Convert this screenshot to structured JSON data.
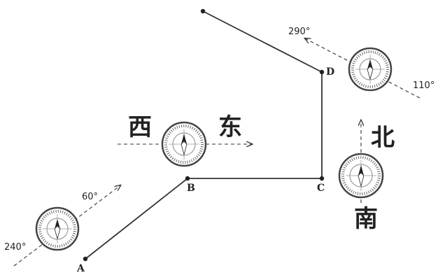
{
  "labels": {
    "west": "西",
    "east": "东",
    "north": "北",
    "south": "南"
  },
  "points": {
    "A": "A",
    "B": "B",
    "C": "C",
    "D": "D"
  },
  "bearings": {
    "b60": "60°",
    "b240": "240°",
    "b290": "290°",
    "b110": "110°"
  }
}
